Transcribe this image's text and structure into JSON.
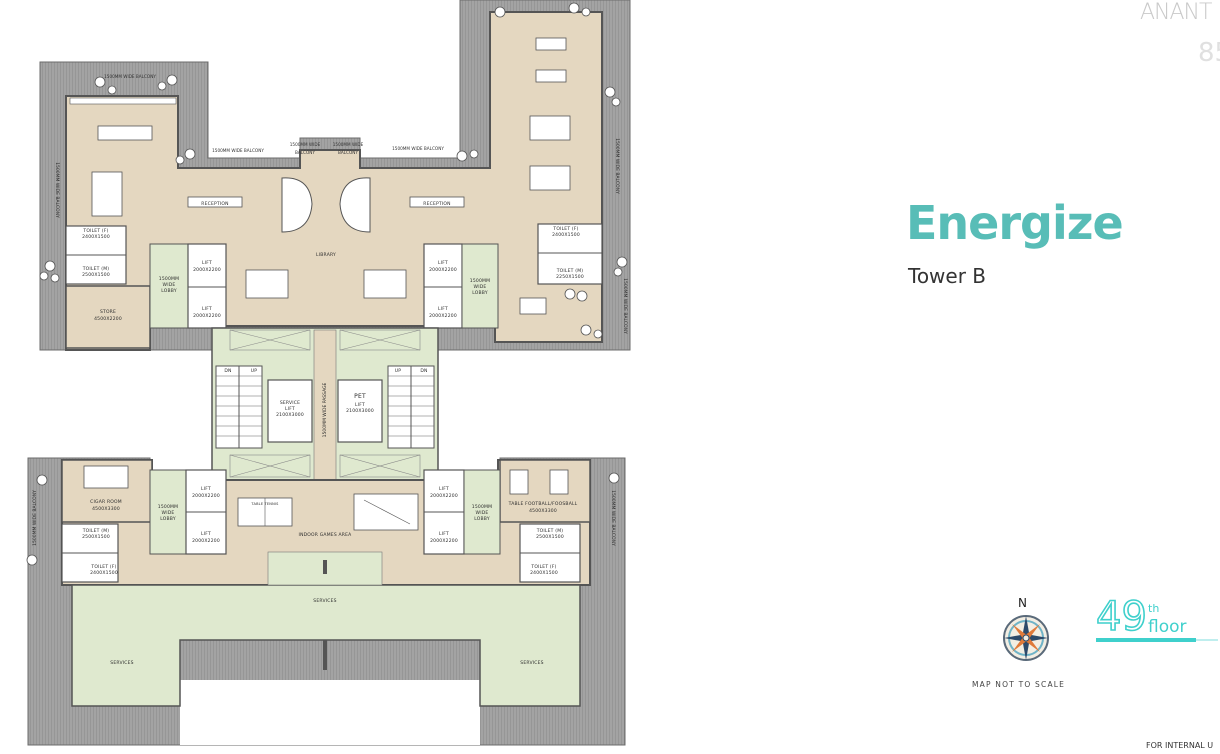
{
  "brand": {
    "name": "ANANT",
    "number": "85"
  },
  "heading": {
    "title": "Energize",
    "subtitle": "Tower B"
  },
  "floor": {
    "number": "49",
    "suffix": "th",
    "word": "floor"
  },
  "compass": {
    "north": "N"
  },
  "scale_note": "MAP NOT TO SCALE",
  "footer_note": "FOR INTERNAL U",
  "colors": {
    "accent": "#58bdb7",
    "balcony": "#9e9e9e",
    "floor": "#e3d6bf",
    "green": "#dfe9cf",
    "wall": "#5a5a5a"
  },
  "labels": {
    "balcony_top": "1500MM WIDE BALCONY",
    "balcony_mid_left": "1500MM WIDE BALCONY",
    "balcony_mid_c1": "1500MM WIDE",
    "balcony_mid_c1b": "BALCONY",
    "balcony_mid_c2": "1500MM WIDE",
    "balcony_mid_c2b": "BALCONY",
    "balcony_mid_right": "1500MM WIDE BALCONY",
    "balcony_side": "1500MM WIDE BALCONY",
    "reception": "RECEPTION",
    "library": "LIBRARY",
    "toilet_f": "TOILET (F)",
    "toilet_m": "TOILET (M)",
    "size_toilet_a": "2400X1500",
    "size_toilet_b": "2500X1500",
    "size_toilet_c": "2250X1500",
    "store": "STORE",
    "store_size": "4500X2200",
    "lift": "LIFT",
    "lift_size": "2000X2200",
    "lobby_1": "1500MM",
    "lobby_2": "WIDE",
    "lobby_3": "LOBBY",
    "service_lift": "SERVICE",
    "service_lift_2": "LIFT",
    "service_lift_size": "2100X3000",
    "pet": "PET",
    "pet_2": "LIFT",
    "pet_size": "2100X3000",
    "passage": "1500MM WIDE PASSAGE",
    "dn": "DN",
    "up": "UP",
    "cigar_room": "CIGAR ROOM",
    "cigar_size": "4500X3300",
    "table_football": "TABLE FOOTBALL/FOOSBALL",
    "table_football_size": "4500X3300",
    "table_tennis": "TABLE TENNIS",
    "indoor_games": "INDOOR GAMES AREA",
    "services": "SERVICES"
  }
}
